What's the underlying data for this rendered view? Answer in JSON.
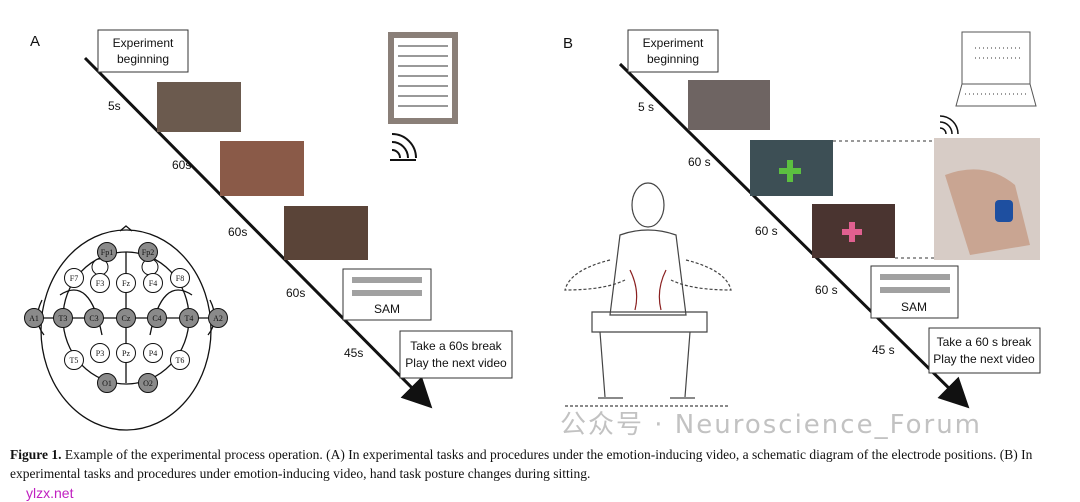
{
  "panel_a": {
    "letter": "A",
    "start_box": [
      "Experiment",
      "beginning"
    ],
    "steps": [
      "5s",
      "60s",
      "60s",
      "60s",
      "45s"
    ],
    "sam_label": "SAM",
    "break_box": [
      "Take a 60s break",
      "Play the next video"
    ],
    "electrodes_gray": [
      "Fp1",
      "Fp2",
      "A1",
      "T3",
      "C3",
      "Cz",
      "C4",
      "T4",
      "A2",
      "O1",
      "O2"
    ],
    "electrodes_white": [
      "F7",
      "F3",
      "Fz",
      "F4",
      "F8",
      "T5",
      "P3",
      "Pz",
      "P4",
      "T6"
    ]
  },
  "panel_b": {
    "letter": "B",
    "start_box": [
      "Experiment",
      "beginning"
    ],
    "steps": [
      "5 s",
      "60 s",
      "60 s",
      "60 s",
      "45 s"
    ],
    "sam_label": "SAM",
    "break_box": [
      "Take a 60 s break",
      "Play the next video"
    ]
  },
  "caption": {
    "label": "Figure 1.",
    "text": "Example of the experimental process operation. (A) In experimental tasks and procedures under the emotion-inducing video, a schematic diagram of the electrode positions. (B) In experimental tasks and procedures under emotion-inducing video, hand task posture changes during sitting."
  },
  "watermarks": {
    "site": "ylzx.net",
    "account": "公众号 · Neuroscience_Forum"
  },
  "colors": {
    "electrode_gray": "#8a8a8a",
    "watermark": "#c020c0"
  }
}
